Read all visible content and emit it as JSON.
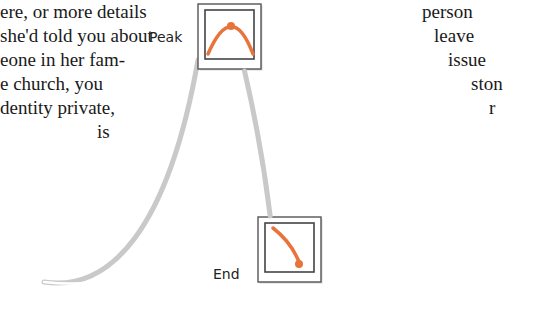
{
  "diagram": {
    "nodes": [
      {
        "text": [
          "Peak"
        ]
      },
      {
        "text": [
          "End"
        ]
      }
    ],
    "edges": [
      {
        "from": 0,
        "to": 1,
        "arrow": "none"
      }
    ],
    "labels": [
      "ere, or more details",
      "she'd told you about",
      "eone in her fam-",
      "e church, you",
      "dentity private,",
      "is",
      "person",
      "leave",
      "issue",
      "ston",
      "r"
    ]
  }
}
